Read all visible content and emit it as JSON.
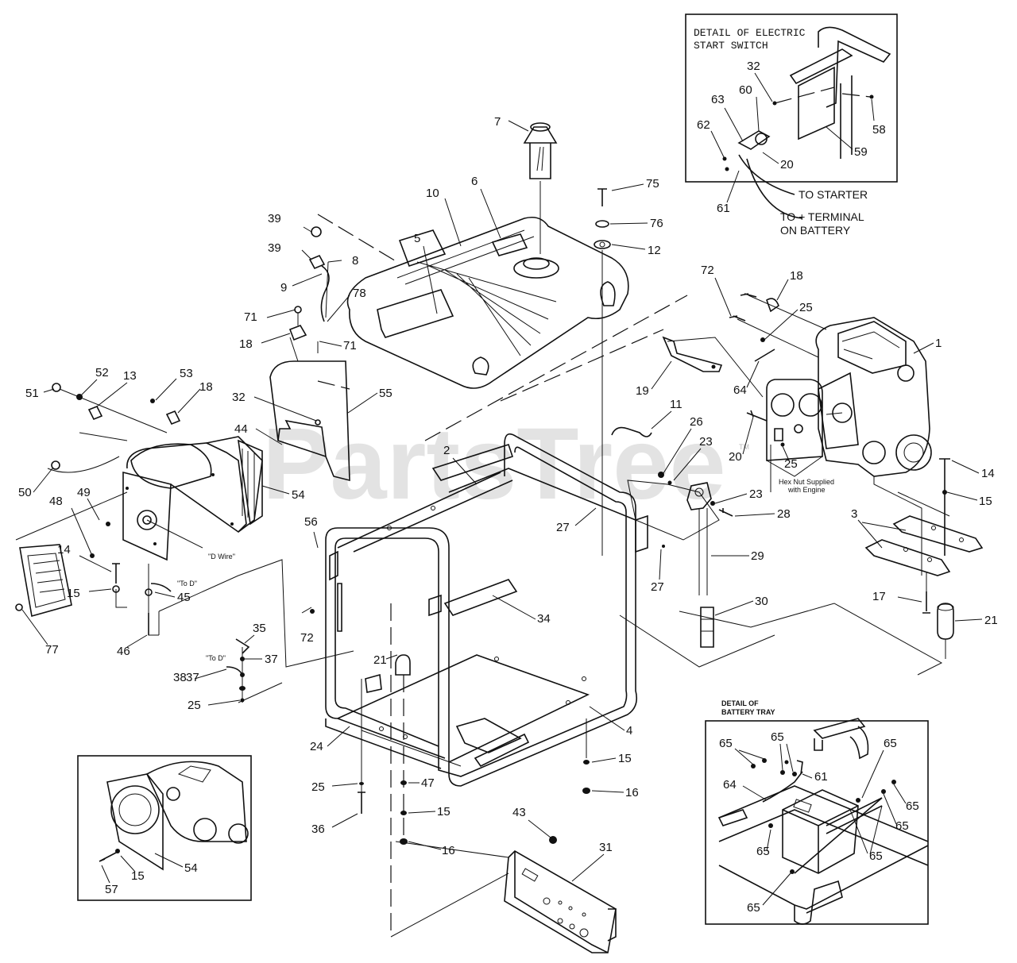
{
  "watermark": "PartsTree",
  "watermark_tm": "TM",
  "details": {
    "electric_start_title_1": "DETAIL OF ELECTRIC",
    "electric_start_title_2": "START SWITCH",
    "to_starter": "TO STARTER",
    "to_terminal_1": "TO + TERMINAL",
    "to_terminal_2": "ON BATTERY",
    "battery_tray_title_1": "DETAIL OF",
    "battery_tray_title_2": "BATTERY TRAY"
  },
  "notes": {
    "d_wire": "\"D Wire\"",
    "to_d_1": "\"To D\"",
    "to_d_2": "\"To D\"",
    "hex_nut_1": "Hex Nut Supplied",
    "hex_nut_2": "with Engine"
  },
  "callouts": [
    {
      "label": "7"
    },
    {
      "label": "10"
    },
    {
      "label": "6"
    },
    {
      "label": "5"
    },
    {
      "label": "75"
    },
    {
      "label": "76"
    },
    {
      "label": "12"
    },
    {
      "label": "39"
    },
    {
      "label": "39"
    },
    {
      "label": "8"
    },
    {
      "label": "9"
    },
    {
      "label": "78"
    },
    {
      "label": "71"
    },
    {
      "label": "18"
    },
    {
      "label": "71"
    },
    {
      "label": "32"
    },
    {
      "label": "55"
    },
    {
      "label": "44"
    },
    {
      "label": "51"
    },
    {
      "label": "52"
    },
    {
      "label": "13"
    },
    {
      "label": "53"
    },
    {
      "label": "18"
    },
    {
      "label": "50"
    },
    {
      "label": "49"
    },
    {
      "label": "48"
    },
    {
      "label": "54"
    },
    {
      "label": "14"
    },
    {
      "label": "15"
    },
    {
      "label": "45"
    },
    {
      "label": "77"
    },
    {
      "label": "46"
    },
    {
      "label": "35"
    },
    {
      "label": "37"
    },
    {
      "label": "38"
    },
    {
      "label": "37"
    },
    {
      "label": "25"
    },
    {
      "label": "56"
    },
    {
      "label": "72"
    },
    {
      "label": "2"
    },
    {
      "label": "21"
    },
    {
      "label": "34"
    },
    {
      "label": "27"
    },
    {
      "label": "27"
    },
    {
      "label": "11"
    },
    {
      "label": "26"
    },
    {
      "label": "23"
    },
    {
      "label": "23"
    },
    {
      "label": "28"
    },
    {
      "label": "29"
    },
    {
      "label": "30"
    },
    {
      "label": "19"
    },
    {
      "label": "72"
    },
    {
      "label": "18"
    },
    {
      "label": "25"
    },
    {
      "label": "1"
    },
    {
      "label": "64"
    },
    {
      "label": "20"
    },
    {
      "label": "25"
    },
    {
      "label": "14"
    },
    {
      "label": "15"
    },
    {
      "label": "3"
    },
    {
      "label": "17"
    },
    {
      "label": "21"
    },
    {
      "label": "4"
    },
    {
      "label": "15"
    },
    {
      "label": "16"
    },
    {
      "label": "24"
    },
    {
      "label": "25"
    },
    {
      "label": "47"
    },
    {
      "label": "36"
    },
    {
      "label": "15"
    },
    {
      "label": "16"
    },
    {
      "label": "43"
    },
    {
      "label": "31"
    },
    {
      "label": "54"
    },
    {
      "label": "15"
    },
    {
      "label": "57"
    },
    {
      "label": "32"
    },
    {
      "label": "60"
    },
    {
      "label": "63"
    },
    {
      "label": "62"
    },
    {
      "label": "58"
    },
    {
      "label": "59"
    },
    {
      "label": "20"
    },
    {
      "label": "61"
    },
    {
      "label": "65"
    },
    {
      "label": "65"
    },
    {
      "label": "65"
    },
    {
      "label": "61"
    },
    {
      "label": "64"
    },
    {
      "label": "65"
    },
    {
      "label": "65"
    },
    {
      "label": "65"
    },
    {
      "label": "65"
    },
    {
      "label": "65"
    }
  ]
}
